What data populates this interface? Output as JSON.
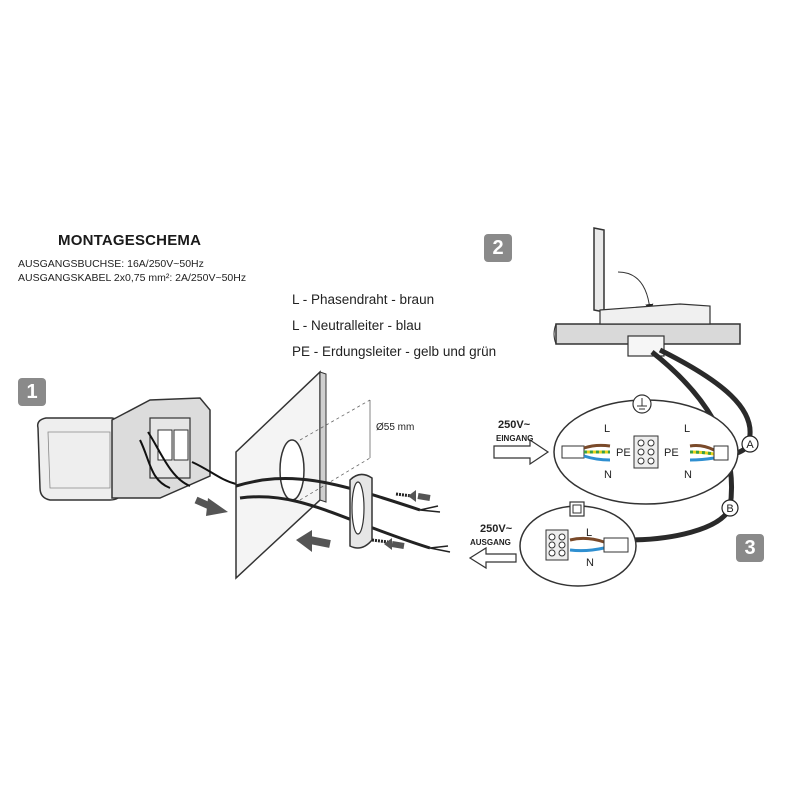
{
  "title": "MONTAGESCHEMA",
  "specs": [
    "AUSGANGSBUCHSE: 16A/250V~50Hz",
    "AUSGANGSKABEL 2x0,75 mm²: 2A/250V~50Hz"
  ],
  "legend": [
    "L - Phasendraht - braun",
    "L - Neutralleiter - blau",
    "PE - Erdungsleiter - gelb und grün"
  ],
  "steps": [
    "1",
    "2",
    "3"
  ],
  "hole_label": "Ø55 mm",
  "input_voltage": "250V~",
  "input_label": "EINGANG",
  "output_voltage": "250V~",
  "output_label": "AUSGANG",
  "wire_L": "L",
  "wire_N": "N",
  "wire_PE": "PE",
  "cable_A": "A",
  "cable_B": "B",
  "colors": {
    "badge": "#8a8a8a",
    "phase_brown": "#7a4a2a",
    "neutral_blue": "#2f8fd0",
    "earth_yellow": "#e8d21a",
    "earth_green": "#3aa040",
    "cable": "#2a2a2a"
  }
}
